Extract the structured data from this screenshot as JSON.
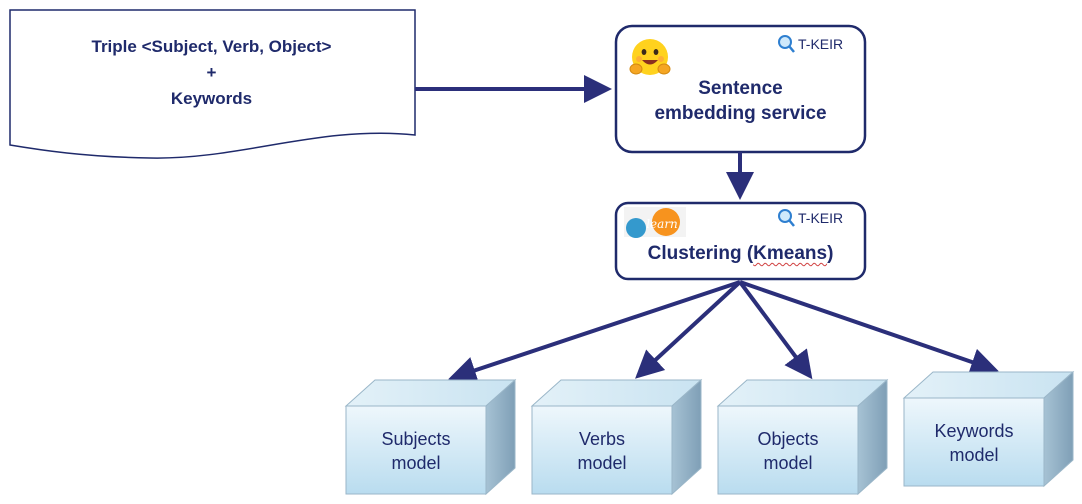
{
  "input_document": {
    "line1": "Triple <Subject, Verb, Object>",
    "line2": "+",
    "line3": "Keywords"
  },
  "embedding_service": {
    "line1": "Sentence",
    "line2": "embedding service",
    "badge": "T-KEIR",
    "logo_icon": "hugging-face-emoji"
  },
  "clustering": {
    "label_prefix": "Clustering (",
    "label_word": "Kmeans",
    "label_suffix": ")",
    "badge": "T-KEIR",
    "logo_icon": "scikit-learn-logo",
    "logo_text": "learn"
  },
  "models": [
    {
      "line1": "Subjects",
      "line2": "model"
    },
    {
      "line1": "Verbs",
      "line2": "model"
    },
    {
      "line1": "Objects",
      "line2": "model"
    },
    {
      "line1": "Keywords",
      "line2": "model"
    }
  ],
  "colors": {
    "stroke": "#1f2a6b",
    "arrow": "#2b2f7a",
    "cube_front_top": "#eaf5fb",
    "cube_front_bottom": "#bfe0f1",
    "cube_side": "#8fb0c6",
    "cube_top": "#d8ecf6"
  }
}
